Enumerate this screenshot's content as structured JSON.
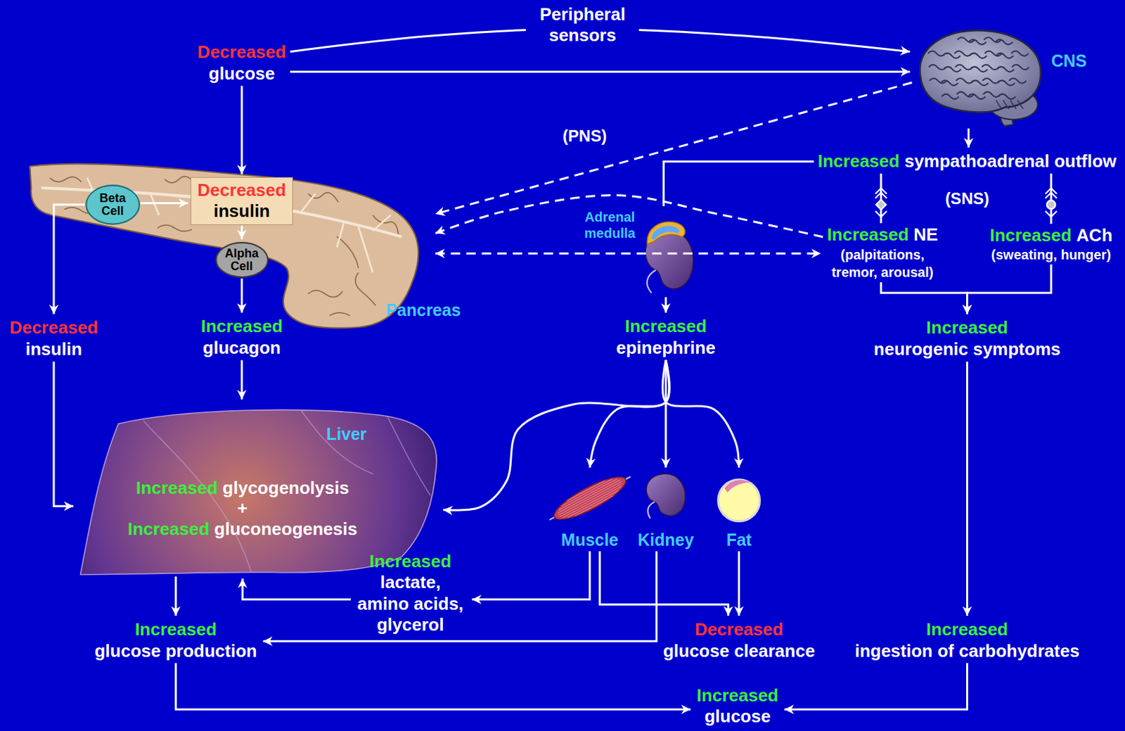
{
  "diagram": {
    "nodes": [
      {
        "text": [
          "Decreased",
          "glucose"
        ]
      },
      {
        "text": [
          "CNS"
        ]
      },
      {
        "text": [
          "Pancreas"
        ]
      },
      {
        "text": [
          "Beta Cell"
        ],
        "in": 2
      },
      {
        "text": [
          "Decreased",
          "insulin"
        ],
        "in": 2
      },
      {
        "text": [
          "Alpha Cell"
        ],
        "in": 2
      },
      {
        "text": [
          "Increased",
          "sympathoadrenal outflow"
        ]
      },
      {
        "text": [
          "Adrenal medulla"
        ]
      },
      {
        "text": [
          "Increased",
          "NE",
          "(palpitations, tremor, arousal)"
        ]
      },
      {
        "text": [
          "Increased",
          "ACh",
          "(sweating, hunger)"
        ]
      },
      {
        "text": [
          "Decreased",
          "insulin"
        ]
      },
      {
        "text": [
          "Increased",
          "glucagon"
        ]
      },
      {
        "text": [
          "Increased",
          "epinephrine"
        ]
      },
      {
        "text": [
          "Increased",
          "neurogenic symptoms"
        ]
      },
      {
        "text": [
          "Liver",
          "Increased",
          "glycogenolysis",
          "+",
          "Increased",
          "gluconeogenesis"
        ]
      },
      {
        "text": [
          "Muscle"
        ]
      },
      {
        "text": [
          "Kidney"
        ]
      },
      {
        "text": [
          "Fat"
        ]
      },
      {
        "text": [
          "Increased",
          "lactate, amino acids, glycerol"
        ]
      },
      {
        "text": [
          "Increased",
          "glucose production"
        ]
      },
      {
        "text": [
          "Decreased",
          "glucose clearance"
        ]
      },
      {
        "text": [
          "Increased",
          "ingestion of carbohydrates"
        ]
      },
      {
        "text": [
          "Increased",
          "glucose"
        ]
      }
    ],
    "edges": [
      {
        "from": 0,
        "to": 1,
        "arrow": "to",
        "label": "Peripheral sensors"
      },
      {
        "from": 0,
        "to": 1,
        "arrow": "to"
      },
      {
        "from": 0,
        "to": 4,
        "arrow": "to"
      },
      {
        "from": 1,
        "to": 2,
        "arrow": "to"
      },
      {
        "from": 1,
        "to": 6,
        "arrow": "to"
      },
      {
        "from": 6,
        "to": 8,
        "arrow": "none"
      },
      {
        "from": 6,
        "to": 9,
        "arrow": "none"
      },
      {
        "from": 6,
        "to": 7,
        "arrow": "none"
      },
      {
        "from": 8,
        "to": 2,
        "arrow": "to"
      },
      {
        "from": 2,
        "to": 8,
        "arrow": "both"
      },
      {
        "from": 3,
        "to": 4,
        "arrow": "to"
      },
      {
        "from": 4,
        "to": 5,
        "arrow": "to"
      },
      {
        "from": 5,
        "to": 11,
        "arrow": "to"
      },
      {
        "from": 3,
        "to": 10,
        "arrow": "to"
      },
      {
        "from": 7,
        "to": 12,
        "arrow": "to"
      },
      {
        "from": 8,
        "to": 13,
        "arrow": "to"
      },
      {
        "from": 9,
        "to": 13,
        "arrow": "to"
      },
      {
        "from": 10,
        "to": 14,
        "arrow": "to"
      },
      {
        "from": 11,
        "to": 14,
        "arrow": "to"
      },
      {
        "from": 12,
        "to": 14,
        "arrow": "to"
      },
      {
        "from": 12,
        "to": 15,
        "arrow": "to"
      },
      {
        "from": 12,
        "to": 16,
        "arrow": "to"
      },
      {
        "from": 12,
        "to": 17,
        "arrow": "to"
      },
      {
        "from": 15,
        "to": 18,
        "arrow": "to"
      },
      {
        "from": 15,
        "to": 20,
        "arrow": "to"
      },
      {
        "from": 17,
        "to": 20,
        "arrow": "to"
      },
      {
        "from": 16,
        "to": 19,
        "arrow": "to"
      },
      {
        "from": 18,
        "to": 14,
        "arrow": "to"
      },
      {
        "from": 14,
        "to": 19,
        "arrow": "to"
      },
      {
        "from": 13,
        "to": 21,
        "arrow": "to"
      },
      {
        "from": 19,
        "to": 22,
        "arrow": "to"
      },
      {
        "from": 21,
        "to": 22,
        "arrow": "to"
      }
    ],
    "labels": [
      "(PNS)",
      "(SNS)"
    ]
  }
}
